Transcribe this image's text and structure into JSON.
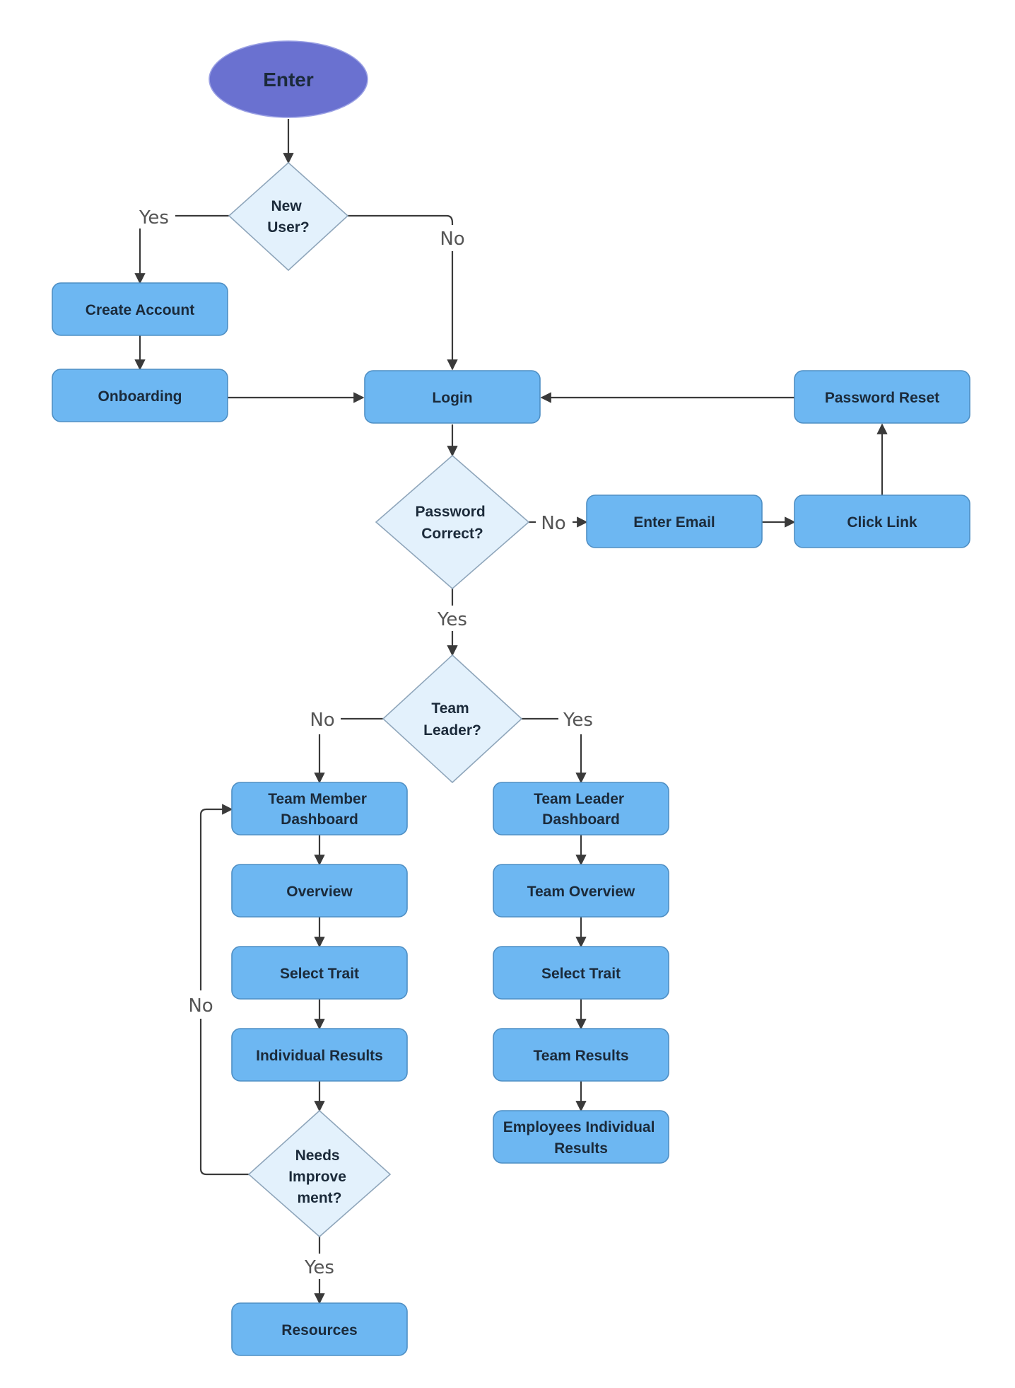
{
  "nodes": {
    "enter": "Enter",
    "new_user": [
      "New",
      "User?"
    ],
    "create_account": "Create Account",
    "onboarding": "Onboarding",
    "login": "Login",
    "password_reset": "Password Reset",
    "password_correct": [
      "Password",
      "Correct?"
    ],
    "enter_email": "Enter Email",
    "click_link": "Click Link",
    "team_leader_q": [
      "Team",
      "Leader?"
    ],
    "team_member_dashboard": [
      "Team Member",
      "Dashboard"
    ],
    "team_leader_dashboard": [
      "Team Leader",
      "Dashboard"
    ],
    "overview": "Overview",
    "team_overview": "Team Overview",
    "select_trait_member": "Select Trait",
    "select_trait_leader": "Select Trait",
    "individual_results": "Individual Results",
    "team_results": "Team Results",
    "employees_individual_results": [
      "Employees Individual",
      "Results"
    ],
    "needs_improvement": [
      "Needs",
      "Improve",
      "ment?"
    ],
    "resources": "Resources"
  },
  "edge_labels": {
    "new_user_yes": "Yes",
    "new_user_no": "No",
    "password_no": "No",
    "password_yes": "Yes",
    "leader_no": "No",
    "leader_yes": "Yes",
    "improve_no": "No",
    "improve_yes": "Yes"
  },
  "colors": {
    "process_fill": "#6db7f2",
    "decision_fill": "#e3f1fc",
    "terminal_fill": "#6a71d0",
    "connector": "#3a3a3a"
  }
}
